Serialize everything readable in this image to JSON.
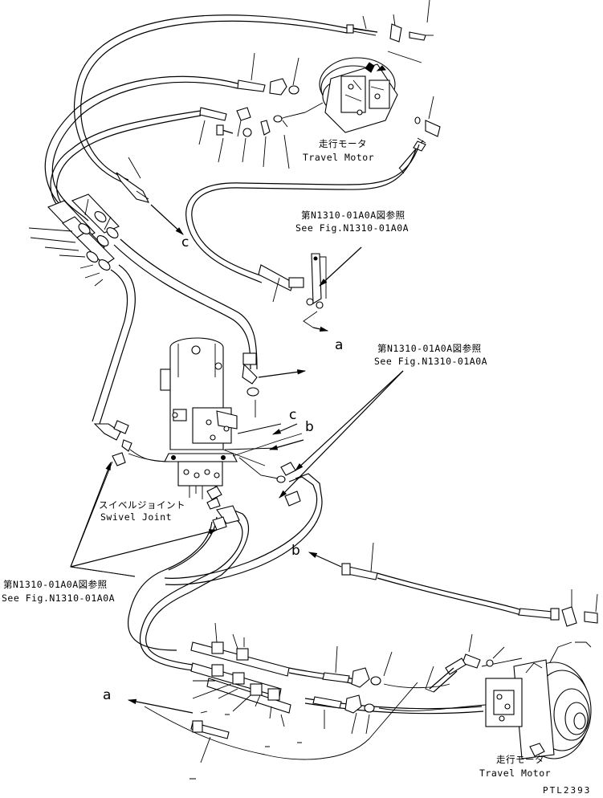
{
  "labels": {
    "travel_motor_top_jp": "走行モータ",
    "travel_motor_top_en": "Travel Motor",
    "travel_motor_bottom_jp": "走行モータ",
    "travel_motor_bottom_en": "Travel Motor",
    "swivel_jp": "スイベルジョイント",
    "swivel_en": "Swivel Joint",
    "ref1_jp": "第N1310-01A0A図参照",
    "ref1_en": "See Fig.N1310-01A0A",
    "ref2_jp": "第N1310-01A0A図参照",
    "ref2_en": "See Fig.N1310-01A0A",
    "ref3_jp": "第N1310-01A0A図参照",
    "ref3_en": "See Fig.N1310-01A0A",
    "conn_c_top": "c",
    "conn_a_mid": "a",
    "conn_c_mid": "c",
    "conn_b_mid": "b",
    "conn_b_low": "b",
    "conn_a_low": "a",
    "drawing_id": "PTL2393"
  }
}
